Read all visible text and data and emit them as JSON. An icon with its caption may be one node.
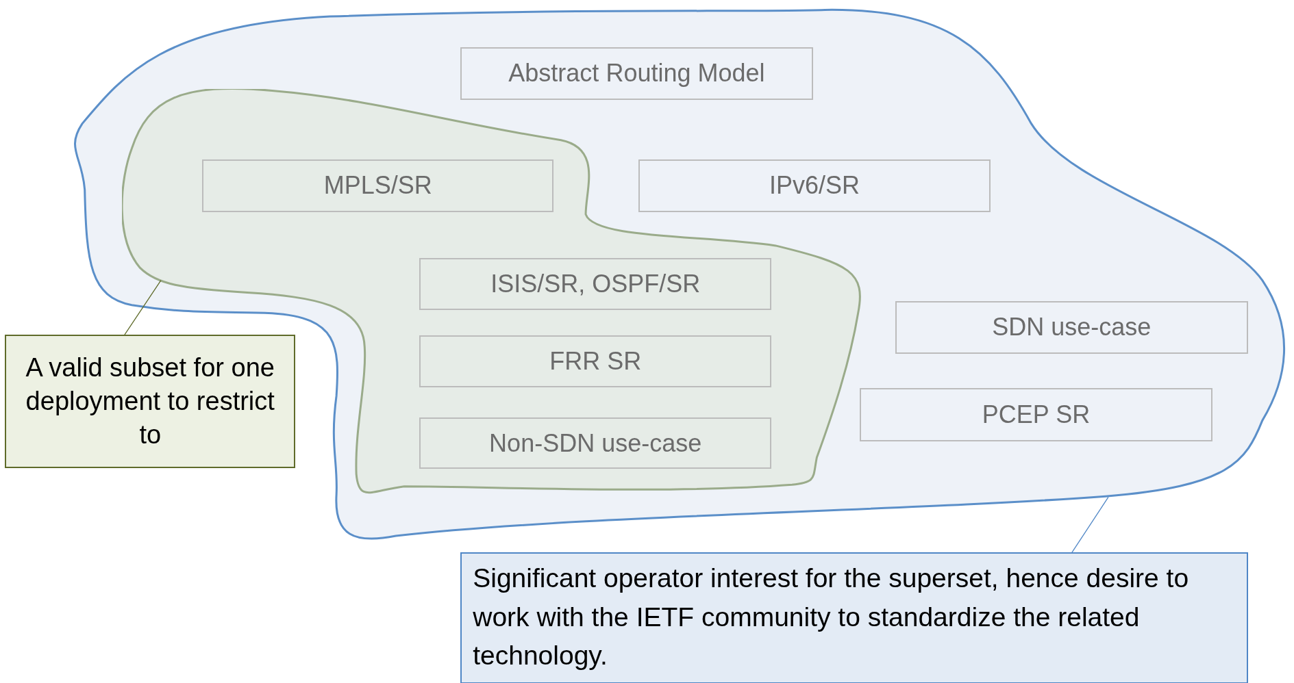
{
  "diagram": {
    "nodes": [
      {
        "text": [],
        "shape": "cloud"
      },
      {
        "text": [],
        "shape": "cloud",
        "in": 0
      },
      {
        "text": [
          "Abstract Routing Model"
        ],
        "in": 0
      },
      {
        "text": [
          "MPLS/SR"
        ],
        "in": 1
      },
      {
        "text": [
          "IPv6/SR"
        ],
        "in": 0
      },
      {
        "text": [
          "ISIS/SR, OSPF/SR"
        ],
        "in": 1
      },
      {
        "text": [
          "SDN use-case"
        ],
        "in": 0
      },
      {
        "text": [
          "FRR SR"
        ],
        "in": 1
      },
      {
        "text": [
          "PCEP SR"
        ],
        "in": 0
      },
      {
        "text": [
          "Non-SDN use-case"
        ],
        "in": 1
      },
      {
        "text": [
          "A valid subset for one deployment to restrict to"
        ]
      },
      {
        "text": [
          "Significant operator interest for the superset, hence desire to work with the IETF community to standardize the related technology."
        ]
      }
    ],
    "edges": [
      {
        "from": 10,
        "to": 1,
        "arrow": "none",
        "color": "#5f6b2a"
      },
      {
        "from": 11,
        "to": 0,
        "arrow": "none",
        "color": "#4f86c6"
      }
    ]
  }
}
